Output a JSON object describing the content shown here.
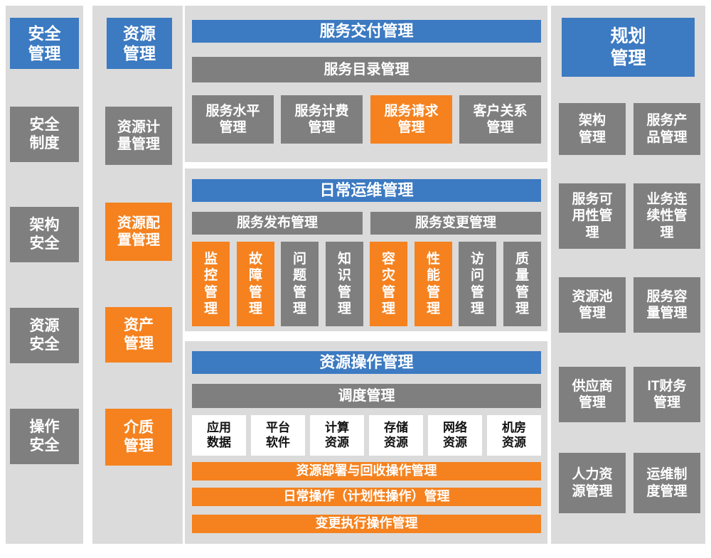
{
  "colors": {
    "blue": "#3C7AC2",
    "gray": "#7F7F7F",
    "orange": "#F5821F",
    "panel_bg": "#DBDBDB",
    "white_box": "#FFFFFF"
  },
  "security_column": {
    "title": "安全\n管理",
    "items": [
      {
        "label": "安全\n制度",
        "color": "gray"
      },
      {
        "label": "架构\n安全",
        "color": "gray"
      },
      {
        "label": "资源\n安全",
        "color": "gray"
      },
      {
        "label": "操作\n安全",
        "color": "gray"
      }
    ]
  },
  "resource_column": {
    "title": "资源\n管理",
    "items": [
      {
        "label": "资源计\n量管理",
        "color": "gray"
      },
      {
        "label": "资源配\n置管理",
        "color": "orange"
      },
      {
        "label": "资产\n管理",
        "color": "orange"
      },
      {
        "label": "介质\n管理",
        "color": "orange"
      }
    ]
  },
  "service_delivery": {
    "title": "服务交付管理",
    "catalog_bar": "服务目录管理",
    "items": [
      {
        "label": "服务水平\n管理",
        "color": "gray"
      },
      {
        "label": "服务计费\n管理",
        "color": "gray"
      },
      {
        "label": "服务请求\n管理",
        "color": "orange"
      },
      {
        "label": "客户关系\n管理",
        "color": "gray"
      }
    ]
  },
  "daily_ops": {
    "title": "日常运维管理",
    "release_bar": "服务发布管理",
    "change_bar": "服务变更管理",
    "items": [
      {
        "label": "监\n控\n管\n理",
        "color": "orange"
      },
      {
        "label": "故\n障\n管\n理",
        "color": "orange"
      },
      {
        "label": "问\n题\n管\n理",
        "color": "gray"
      },
      {
        "label": "知\n识\n管\n理",
        "color": "gray"
      },
      {
        "label": "容\n灾\n管\n理",
        "color": "orange"
      },
      {
        "label": "性\n能\n管\n理",
        "color": "orange"
      },
      {
        "label": "访\n问\n管\n理",
        "color": "gray"
      },
      {
        "label": "质\n量\n管\n理",
        "color": "gray"
      }
    ]
  },
  "resource_ops": {
    "title": "资源操作管理",
    "schedule_bar": "调度管理",
    "resources": [
      {
        "label": "应用\n数据"
      },
      {
        "label": "平台\n软件"
      },
      {
        "label": "计算\n资源"
      },
      {
        "label": "存储\n资源"
      },
      {
        "label": "网络\n资源"
      },
      {
        "label": "机房\n资源"
      }
    ],
    "bars": [
      {
        "label": "资源部署与回收操作管理"
      },
      {
        "label": "日常操作（计划性操作）管理"
      },
      {
        "label": "变更执行操作管理"
      }
    ]
  },
  "planning_column": {
    "title": "规划\n管理",
    "items": [
      {
        "label": "架构\n管理"
      },
      {
        "label": "服务产\n品管理"
      },
      {
        "label": "服务可\n用性管\n理"
      },
      {
        "label": "业务连\n续性管\n理"
      },
      {
        "label": "资源池\n管理"
      },
      {
        "label": "服务容\n量管理"
      },
      {
        "label": "供应商\n管理"
      },
      {
        "label": "IT财务\n管理"
      },
      {
        "label": "人力资\n源管理"
      },
      {
        "label": "运维制\n度管理"
      }
    ]
  }
}
